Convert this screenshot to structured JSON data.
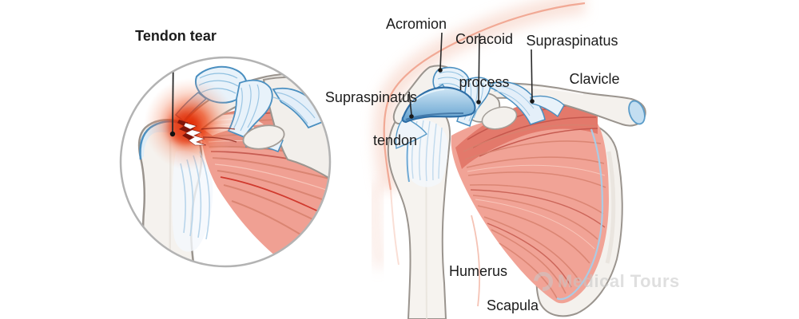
{
  "figure": {
    "type": "shoulder-anatomy-diagram-rotator-cuff",
    "inset": {
      "title": "Tendon tear"
    },
    "anatomy_labels": {
      "acromion": "Acromion",
      "coracoid_line1": "Coracoid",
      "coracoid_line2": "process",
      "supraspinatus": "Supraspinatus",
      "supraspinatus_tendon_line1": "Supraspinatus",
      "supraspinatus_tendon_line2": "tendon",
      "clavicle": "Clavicle",
      "humerus": "Humerus",
      "scapula": "Scapula"
    },
    "watermark": {
      "text": "Medical Tours"
    },
    "palette": {
      "muscle": "#f1a396",
      "muscle_dark_band": "#e3796b",
      "muscle_streak": "#c2544a",
      "bone": "#f5f2ee",
      "bone_outline": "#9a948e",
      "ligament_fill": "#e8f2fa",
      "ligament_outline": "#4a8fc0",
      "tendon_blue": "#6fa9d4",
      "skin_line": "#efa28d",
      "tear_glow_red": "#e22800",
      "inset_rim": "#b3b3b3",
      "label_text": "#1c1c1c",
      "watermark_gray": "#c6c6c6"
    }
  }
}
